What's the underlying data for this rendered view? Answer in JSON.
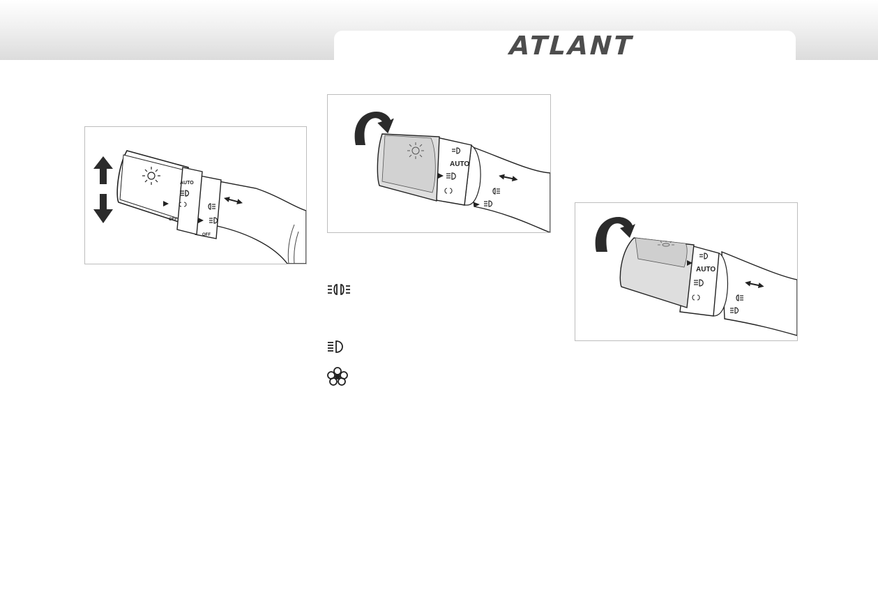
{
  "header": {
    "brand": "ATLANT"
  },
  "figures": {
    "lever_up_down": {
      "switch_labels": {
        "auto": "AUTO",
        "off_inner": "OFF",
        "off_outer": "OFF"
      },
      "icons": [
        "sun-symbol-icon",
        "arrow-up-icon",
        "arrow-down-icon",
        "low-beam-icon",
        "position-light-icon",
        "front-fog-icon",
        "rear-fog-icon",
        "double-arrow-icon"
      ]
    },
    "lever_rotate_auto": {
      "switch_labels": {
        "auto": "AUTO"
      },
      "icons": [
        "rotate-arrow-icon",
        "sun-symbol-icon",
        "low-beam-icon",
        "position-light-icon",
        "front-fog-icon",
        "rear-fog-icon",
        "double-arrow-icon"
      ]
    },
    "lever_rotate_beam": {
      "switch_labels": {
        "auto": "AUTO"
      },
      "icons": [
        "rotate-arrow-icon",
        "sun-symbol-icon",
        "low-beam-icon",
        "position-light-icon",
        "front-fog-icon",
        "rear-fog-icon",
        "double-arrow-icon"
      ]
    }
  },
  "legend": {
    "icons": [
      "position-light-icon",
      "low-beam-icon",
      "flower-indicator-icon"
    ]
  },
  "colors": {
    "header_gradient_top": "#ffffff",
    "header_gradient_bottom": "#dcdcdc",
    "logo": "#4d4d4d",
    "figure_border": "#bdbdbd",
    "knob_shade": "#dedede"
  }
}
